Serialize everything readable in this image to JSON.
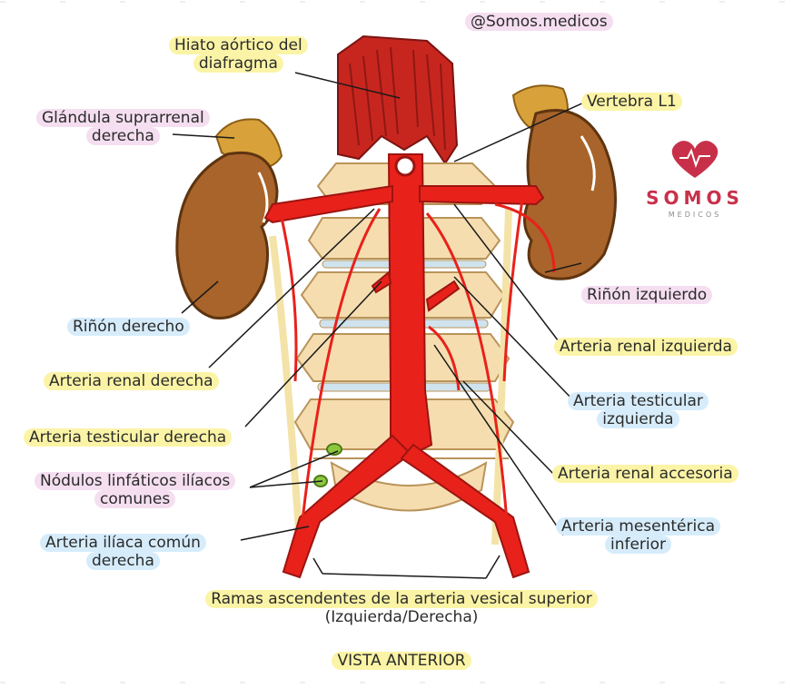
{
  "watermark": "@Somos.medicos",
  "brand": {
    "name": "SOMOS",
    "sub": "MEDICOS",
    "accent": "#c8304a"
  },
  "labels": {
    "hiato_1": "Hiato aórtico del",
    "hiato_2": "diafragma",
    "glandula_1": "Glándula suprarrenal",
    "glandula_2": "derecha",
    "vertebra": "Vertebra L1",
    "rinon_izq": "Riñón izquierdo",
    "rinon_der": "Riñón derecho",
    "art_renal_izq": "Arteria renal izquierda",
    "art_renal_der": "Arteria renal derecha",
    "art_test_izq_1": "Arteria testicular",
    "art_test_izq_2": "izquierda",
    "art_test_der": "Arteria testicular derecha",
    "nodulos_1": "Nódulos linfáticos ilíacos",
    "nodulos_2": "comunes",
    "art_renal_acc": "Arteria renal accesoria",
    "art_iliaca_1": "Arteria ilíaca común",
    "art_iliaca_2": "derecha",
    "art_mes_1": "Arteria mesentérica",
    "art_mes_2": "inferior",
    "ramas_1": "Ramas ascendentes de la arteria vesical superior",
    "ramas_2": "(Izquierda/Derecha)",
    "vista": "VISTA ANTERIOR"
  },
  "colors": {
    "artery": "#e8211b",
    "kidney": "#a8642a",
    "adrenal": "#d8a13a",
    "diaphragm": "#c7261f",
    "bone": "#f6ddb0",
    "highlight_yellow": "#fbf4a6",
    "highlight_pink": "#f4def0",
    "highlight_blue": "#d6ecfb"
  }
}
